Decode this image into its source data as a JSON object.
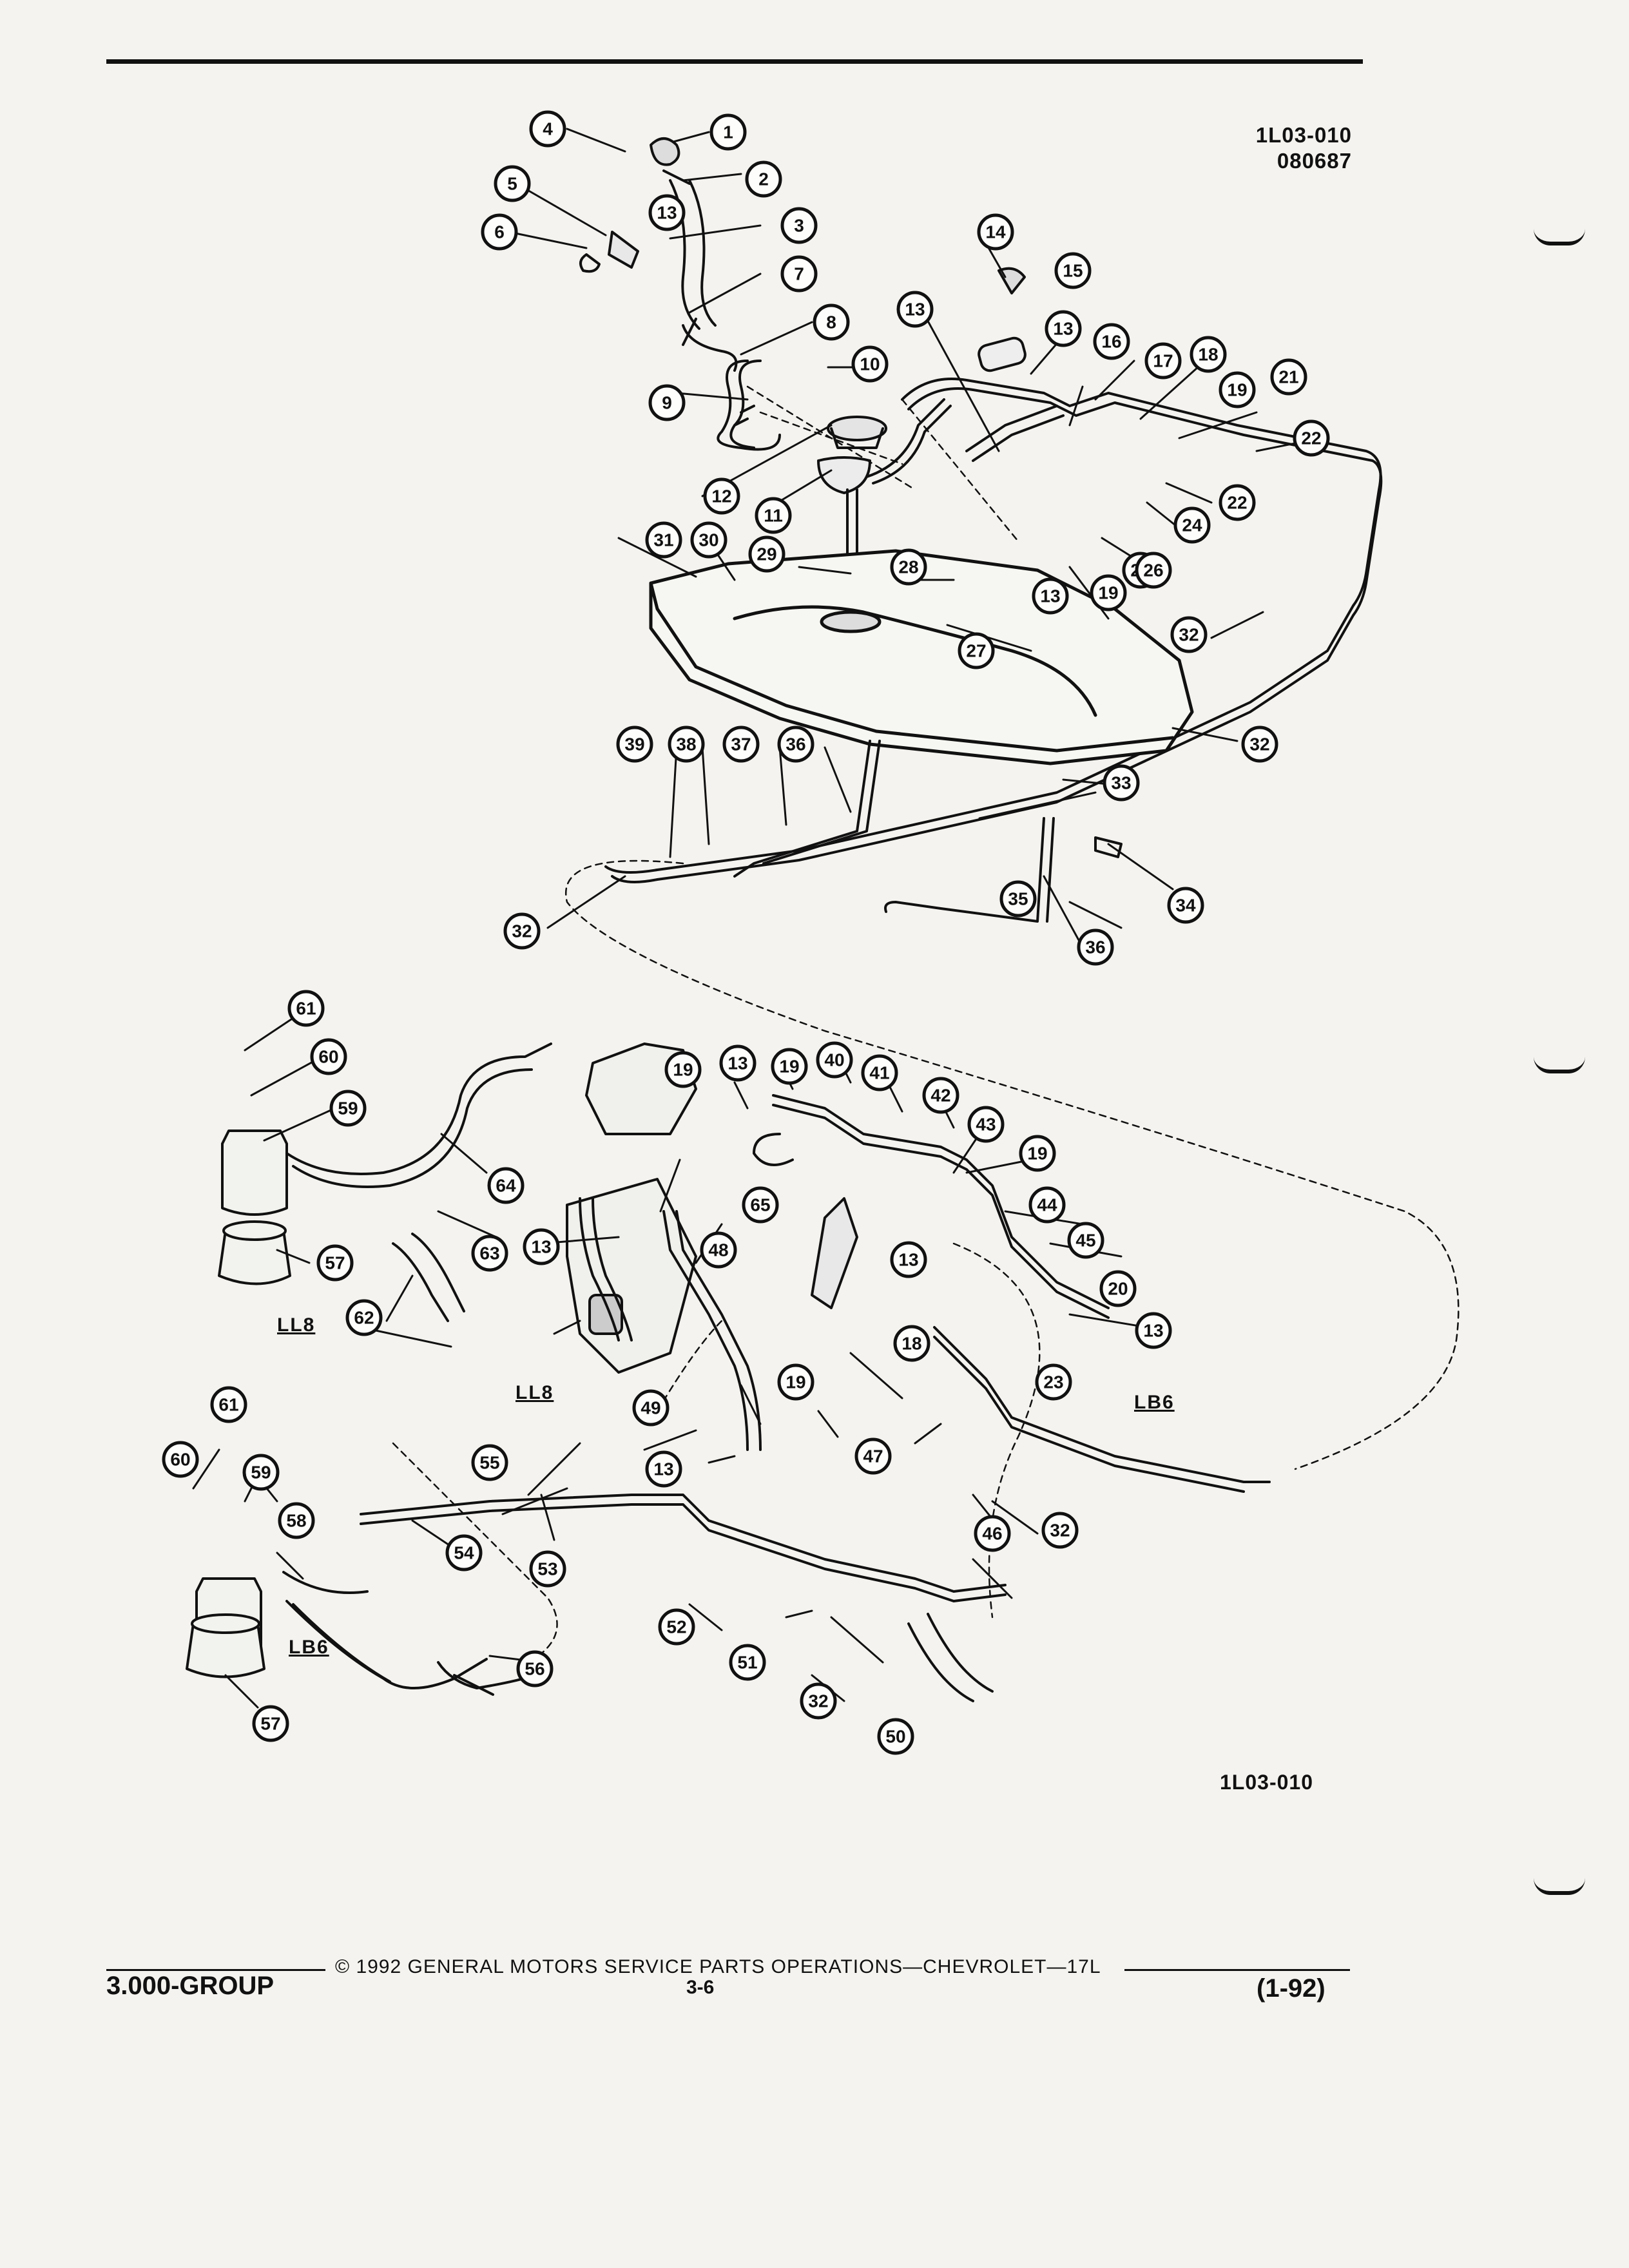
{
  "header": {
    "figure_id_line1": "1L03-010",
    "figure_id_line2": "080687"
  },
  "figure_id_bottom": "1L03-010",
  "engine_labels": {
    "ll8_left": "LL8",
    "ll8_middle": "LL8",
    "lb6_right": "LB6",
    "lb6_left": "LB6"
  },
  "callouts": [
    "1",
    "2",
    "3",
    "4",
    "5",
    "6",
    "7",
    "8",
    "9",
    "10",
    "11",
    "12",
    "13",
    "13",
    "13",
    "13",
    "13",
    "13",
    "13",
    "13",
    "13",
    "14",
    "15",
    "16",
    "17",
    "18",
    "18",
    "19",
    "19",
    "19",
    "19",
    "19",
    "19",
    "20",
    "21",
    "22",
    "22",
    "23",
    "24",
    "25",
    "26",
    "27",
    "28",
    "29",
    "30",
    "31",
    "32",
    "32",
    "32",
    "32",
    "32",
    "33",
    "34",
    "35",
    "36",
    "36",
    "37",
    "38",
    "39",
    "40",
    "41",
    "42",
    "43",
    "44",
    "45",
    "46",
    "47",
    "48",
    "49",
    "50",
    "51",
    "52",
    "53",
    "54",
    "55",
    "56",
    "57",
    "57",
    "58",
    "59",
    "59",
    "60",
    "60",
    "61",
    "61",
    "62",
    "63",
    "64",
    "65"
  ],
  "footer": {
    "copyright": "©  1992  GENERAL MOTORS SERVICE PARTS OPERATIONS—CHEVROLET—17L",
    "group": "3.000-GROUP",
    "page": "3-6",
    "date": "(1-92)"
  },
  "colors": {
    "ink": "#111111",
    "paper": "#f4f3ef"
  }
}
